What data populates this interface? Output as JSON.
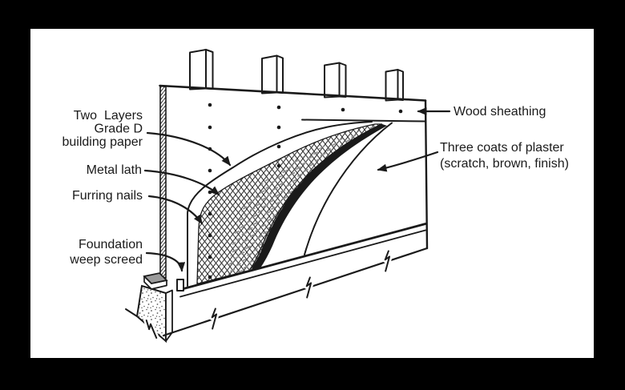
{
  "theme": {
    "bg": "#000000",
    "panel": "#ffffff",
    "line": "#1a1a1a",
    "sill": "#9a9a9a",
    "dash": "#8f8f8f",
    "stipple": "#555555"
  },
  "diagram": {
    "description": "Stucco wall assembly cutaway diagram",
    "labels": {
      "building_paper": {
        "lines": [
          "Two  Layers",
          "Grade D",
          "building paper"
        ]
      },
      "metal_lath": {
        "text": "Metal lath"
      },
      "furring_nails": {
        "text": "Furring nails"
      },
      "foundation_weep_screed": {
        "lines": [
          "Foundation",
          "weep screed"
        ]
      },
      "wood_sheathing": {
        "text": "Wood sheathing"
      },
      "three_coats": {
        "lines": [
          "Three coats of plaster",
          "(scratch, brown, finish)"
        ]
      }
    }
  }
}
